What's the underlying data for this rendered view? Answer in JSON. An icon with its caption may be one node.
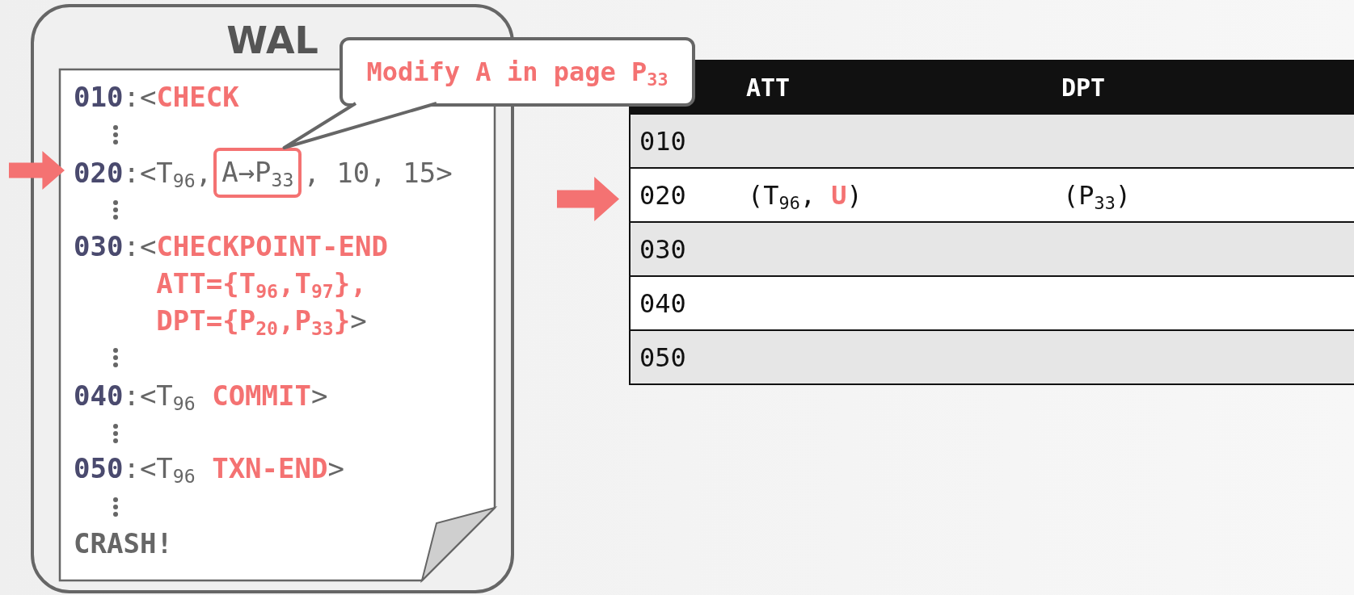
{
  "diagram": {
    "nodes": [
      {
        "text": [
          "WAL"
        ]
      },
      {
        "text": [
          "**010**:<**CHECK**",
          "**020**:<T$_{96}$,",
          ", 10, 15>",
          "**030**:<**CHECKPOINT-END ATT={T$_{96}$,T$_{97}$}, DPT={P$_{20}$,P$_{33}$}**>",
          "**040**:<T$_{96}$ **COMMIT**>",
          "**050**:<T$_{96}$ **TXN-END**>",
          "CRASH!"
        ],
        "in": 0
      },
      {
        "text": [
          "A→P$_{33}$"
        ],
        "in": 1
      },
      {
        "text": [
          "Modify A in page P$_{33}$"
        ]
      }
    ],
    "edges": [
      {
        "from": 3,
        "to": 2,
        "arrow": "none"
      }
    ],
    "labels": [
      "ATT",
      "DPT",
      "010",
      "020",
      "(T$_{96}$, **U**)",
      "(P$_{33}$)",
      "030",
      "040",
      "050"
    ]
  }
}
